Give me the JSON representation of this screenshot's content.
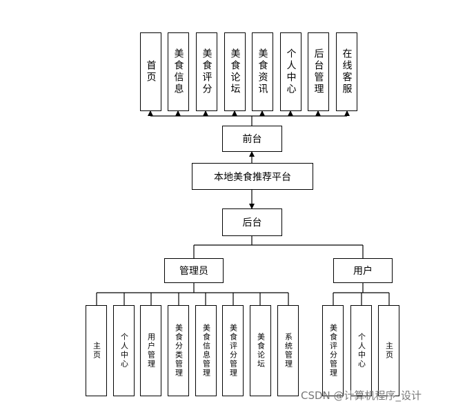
{
  "platform": "本地美食推荐平台",
  "frontend": {
    "label": "前台",
    "modules": [
      "首页",
      "美食信息",
      "美食评分",
      "美食论坛",
      "美食资讯",
      "个人中心",
      "后台管理",
      "在线客服"
    ]
  },
  "backend": {
    "label": "后台",
    "admin": {
      "label": "管理员",
      "modules": [
        "主页",
        "个人中心",
        "用户管理",
        "美食分类管理",
        "美食信息管理",
        "美食评分管理",
        "美食论坛",
        "系统管理"
      ]
    },
    "user": {
      "label": "用户",
      "modules": [
        "美食评分管理",
        "个人中心",
        "主页"
      ]
    }
  },
  "watermark": "CSDN @计算机程序_设计"
}
